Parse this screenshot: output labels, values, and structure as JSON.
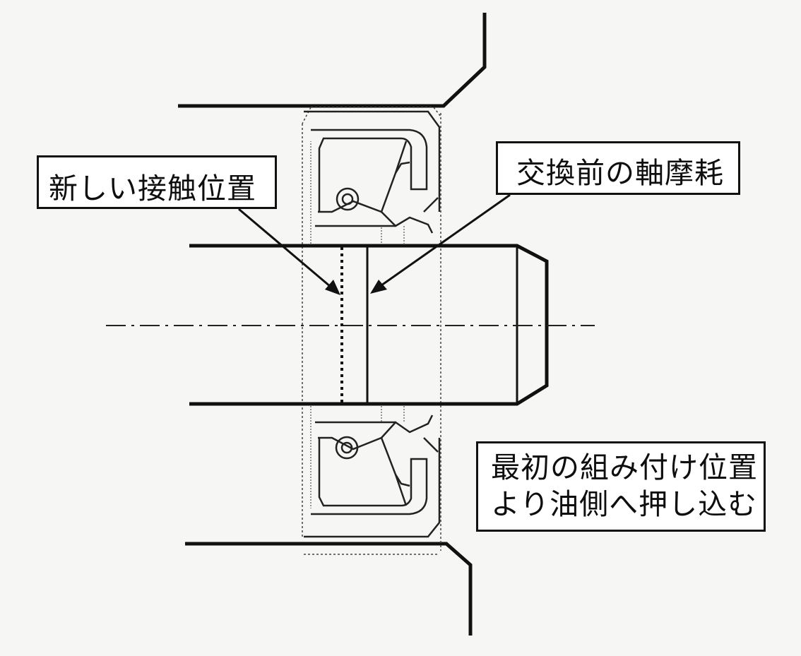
{
  "labels": {
    "new_contact_position": "新しい接触位置",
    "shaft_wear_before_replacement": "交換前の軸摩耗",
    "push_in_line1": "最初の組み付け位置",
    "push_in_line2": "より油側へ押し込む"
  },
  "colors": {
    "line": "#111111",
    "background": "#f6f6f4",
    "callout_fill": "#ffffff"
  }
}
